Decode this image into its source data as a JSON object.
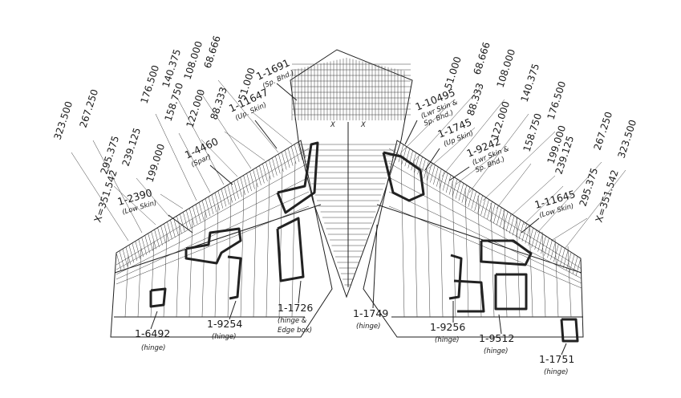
{
  "colors": {
    "ink": "#1f1f1f",
    "paper": "#ffffff"
  },
  "stations_left": [
    "323.500",
    "267.250",
    "295.375",
    "239.125",
    "199.000",
    "176.500",
    "158.750",
    "140.375",
    "122.000",
    "108.000",
    "88.333",
    "68.666",
    "51.000"
  ],
  "stations_right": [
    "51.000",
    "68.666",
    "88.333",
    "108.000",
    "122.000",
    "140.375",
    "176.500",
    "158.750",
    "199.000",
    "239.125",
    "267.250",
    "295.375",
    "323.500"
  ],
  "tip_left": "X=351.542",
  "tip_right": "X=351.542",
  "center_labels": {
    "left": "X",
    "right": "X"
  },
  "parts": [
    {
      "id": "1-1691",
      "note": "(Sp. Bhd.)"
    },
    {
      "id": "1-11647",
      "note": "(Up. Skin)"
    },
    {
      "id": "1-4460",
      "note": "(Spar)"
    },
    {
      "id": "1-2390",
      "note": "(Low Skin)"
    },
    {
      "id": "1-6492",
      "note": "(hinge)"
    },
    {
      "id": "1-9254",
      "note": "(hinge)"
    },
    {
      "id": "1-1726",
      "note": "(hinge &",
      "note2": "Edge box)"
    },
    {
      "id": "1-1749",
      "note": "(hinge)"
    },
    {
      "id": "1-10495",
      "note": "(Lwr Skin &",
      "note2": "Sp. Bhd.)"
    },
    {
      "id": "1-1745",
      "note": "(Up Skin)"
    },
    {
      "id": "1-9242",
      "note": "(Lwr Skin &",
      "note2": "Sp. Bhd.)"
    },
    {
      "id": "1-11645",
      "note": "(Low Skin)"
    },
    {
      "id": "1-9256",
      "note": "(hinge)"
    },
    {
      "id": "1-9512",
      "note": "(hinge)"
    },
    {
      "id": "1-1751",
      "note": "(hinge)"
    }
  ]
}
